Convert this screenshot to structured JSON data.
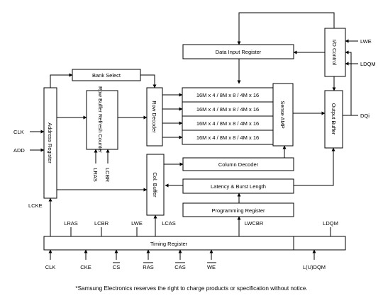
{
  "blocks": {
    "bank_select": "Bank Select",
    "address_register": "Address Register",
    "row_buffer_refresh_counter": "Row Buffer Refresh Counter",
    "row_decoder": "Row Decoder",
    "memory_array_rows": [
      "16M x 4 / 8M x 8 / 4M x 16",
      "16M x 4 / 8M x 8 / 4M x 16",
      "16M x 4 / 8M x 8 / 4M x 16",
      "16M x 4 / 8M x 8 / 4M x 16"
    ],
    "sense_amp": "Sense AMP",
    "data_input_register": "Data Input Register",
    "io_control": "I/O Control",
    "output_buffer": "Output Buffer",
    "column_decoder": "Column Decoder",
    "col_buffer": "Col. Buffer",
    "latency_burst_length": "Latency & Burst Length",
    "programming_register": "Programming Register",
    "timing_register": "Timing Register"
  },
  "signals": {
    "clk": "CLK",
    "add": "ADD",
    "lcke": "LCKE",
    "lras_counter": "LRAS",
    "lcbr_counter": "LCBR",
    "lras": "LRAS",
    "lcbr": "LCBR",
    "lwe": "LWE",
    "lcas": "LCAS",
    "lwcbr": "LWCBR",
    "ldqm": "LDQM",
    "lwe_io": "LWE",
    "ldqm_io": "LDQM",
    "dqi": "DQi"
  },
  "timing_inputs": [
    "CLK",
    "CKE",
    "CS",
    "RAS",
    "CAS",
    "WE",
    "L(U)DQM"
  ],
  "overbarred_inputs": [
    "CS",
    "RAS",
    "CAS",
    "WE"
  ],
  "footnote": "*Samsung Electronics reserves the right to charge products or specification without notice."
}
